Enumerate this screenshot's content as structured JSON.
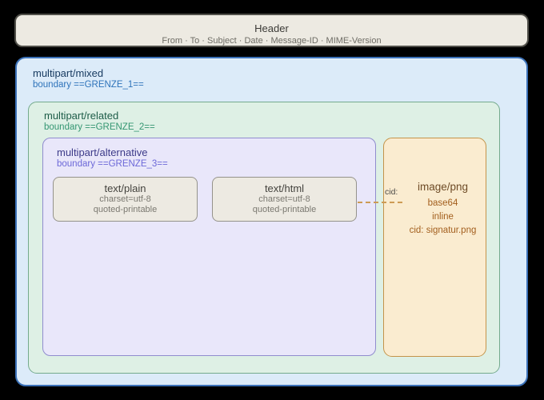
{
  "header": {
    "title": "Header",
    "fields": "From · To · Subject · Date · Message-ID · MIME-Version"
  },
  "mixed": {
    "title": "multipart/mixed",
    "boundary": "boundary ==GRENZE_1=="
  },
  "related": {
    "title": "multipart/related",
    "boundary": "boundary ==GRENZE_2=="
  },
  "alternative": {
    "title": "multipart/alternative",
    "boundary": "boundary ==GRENZE_3=="
  },
  "parts": {
    "text_plain": {
      "title": "text/plain",
      "lines": [
        "charset=utf-8",
        "quoted-printable"
      ]
    },
    "text_html": {
      "title": "text/html",
      "lines": [
        "charset=utf-8",
        "quoted-printable"
      ]
    },
    "image_png": {
      "title": "image/png",
      "lines": [
        "base64",
        "inline",
        "cid: signatur.png"
      ]
    }
  },
  "connector": {
    "label": "cid:"
  },
  "colors": {
    "background": "#000000",
    "header_fill": "#edeae2",
    "header_border": "#504f49",
    "mixed_fill": "#dcebf9",
    "mixed_border": "#3b71b8",
    "related_fill": "#def0e5",
    "related_border": "#74aa8d",
    "alternative_fill": "#e9e7fa",
    "alternative_border": "#908cce",
    "image_fill": "#faecd0",
    "image_border": "#c4944a",
    "connector_dash": "#cd9c55"
  }
}
